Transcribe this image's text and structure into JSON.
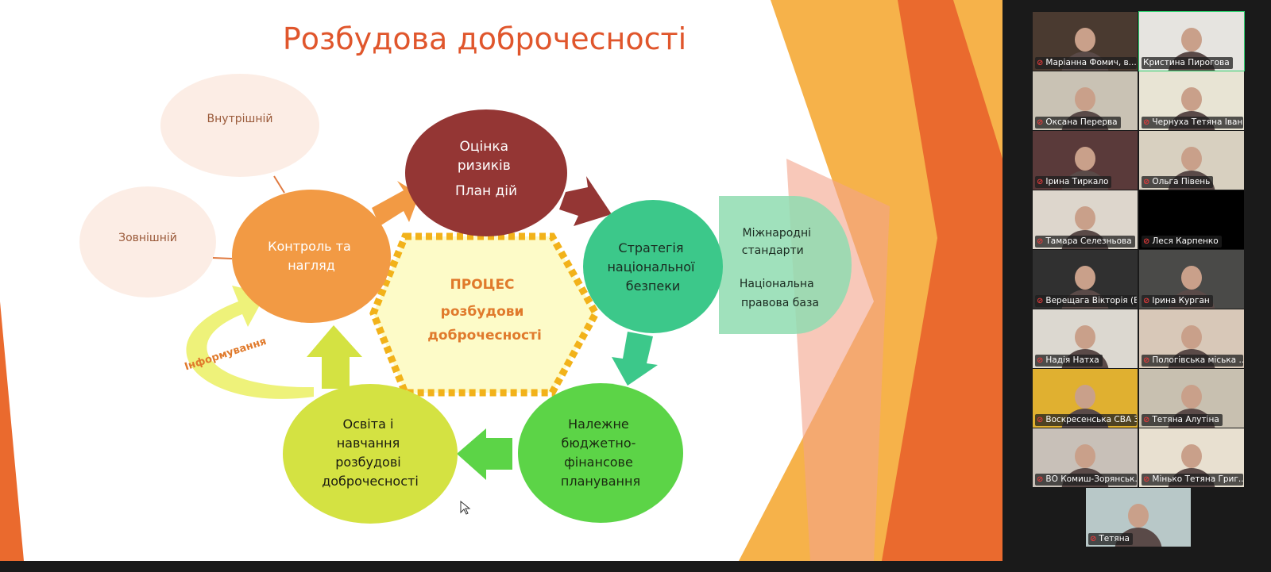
{
  "slide": {
    "title": "Розбудова доброчесності",
    "center": [
      "ПРОЦЕС",
      "розбудови",
      "доброчесності"
    ],
    "nodes": {
      "risk": [
        "Оцінка",
        "ризиків",
        "План дій"
      ],
      "strategy": [
        "Стратегія",
        "національної",
        "безпеки"
      ],
      "budget": [
        "Належне",
        "бюджетно-",
        "фінансове",
        "планування"
      ],
      "education": [
        "Освіта і",
        "навчання",
        "розбудові",
        "доброчесності"
      ],
      "control": [
        "Контроль та",
        "нагляд"
      ],
      "internal": "Внутрішній",
      "external": "Зовнішній",
      "standards": [
        "Міжнародні",
        "стандарти",
        "Національна",
        "правова база"
      ],
      "informing": "Інформування"
    },
    "colors": {
      "title": "#e0562c",
      "risk": "#943634",
      "strategy": "#3cc88a",
      "budget": "#5cd447",
      "education": "#d4e242",
      "control": "#f29a44"
    }
  },
  "participants": [
    {
      "name": "Маріанна Фомич, в...",
      "muted": true
    },
    {
      "name": "Кристина Пирогова",
      "muted": false,
      "active": true
    },
    {
      "name": "Оксана Перерва",
      "muted": true
    },
    {
      "name": "Чернуха Тетяна Івані...",
      "muted": true
    },
    {
      "name": "Ірина Тиркало",
      "muted": true
    },
    {
      "name": "Ольга Півень",
      "muted": true
    },
    {
      "name": "Тамара Селезньова",
      "muted": true
    },
    {
      "name": "Леся Карпенко",
      "muted": true
    },
    {
      "name": "Верещага Вікторія (В...",
      "muted": true
    },
    {
      "name": "Ірина Курган",
      "muted": true
    },
    {
      "name": "Надія Натха",
      "muted": true
    },
    {
      "name": "Пологівська міська ...",
      "muted": true
    },
    {
      "name": "Воскресенська СВА З...",
      "muted": true
    },
    {
      "name": "Тетяна Алутіна",
      "muted": true
    },
    {
      "name": "ВО Комиш-Зорянськ...",
      "muted": true
    },
    {
      "name": "Мінько  Тетяна Григ...",
      "muted": true
    },
    {
      "name": "Тетяна",
      "muted": true
    }
  ]
}
